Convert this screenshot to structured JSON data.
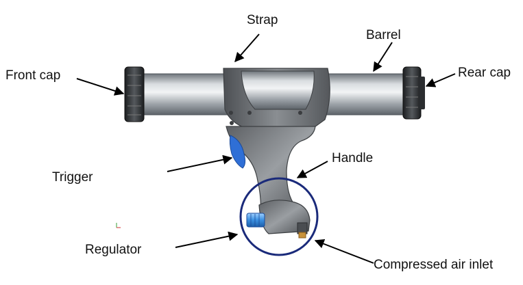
{
  "labels": {
    "strap": "Strap",
    "barrel": "Barrel",
    "front_cap": "Front cap",
    "rear_cap": "Rear cap",
    "trigger": "Trigger",
    "handle": "Handle",
    "regulator": "Regulator",
    "air_inlet": "Compressed air inlet"
  },
  "colors": {
    "barrel": "#9aa0a6",
    "body": "#6b6e72",
    "caps": "#2b2d30",
    "trigger": "#2f6fd6",
    "regulator": "#3a8fe0",
    "inlet": "#c8923a",
    "circle": "#1a2a7a",
    "arrow": "#000000"
  }
}
